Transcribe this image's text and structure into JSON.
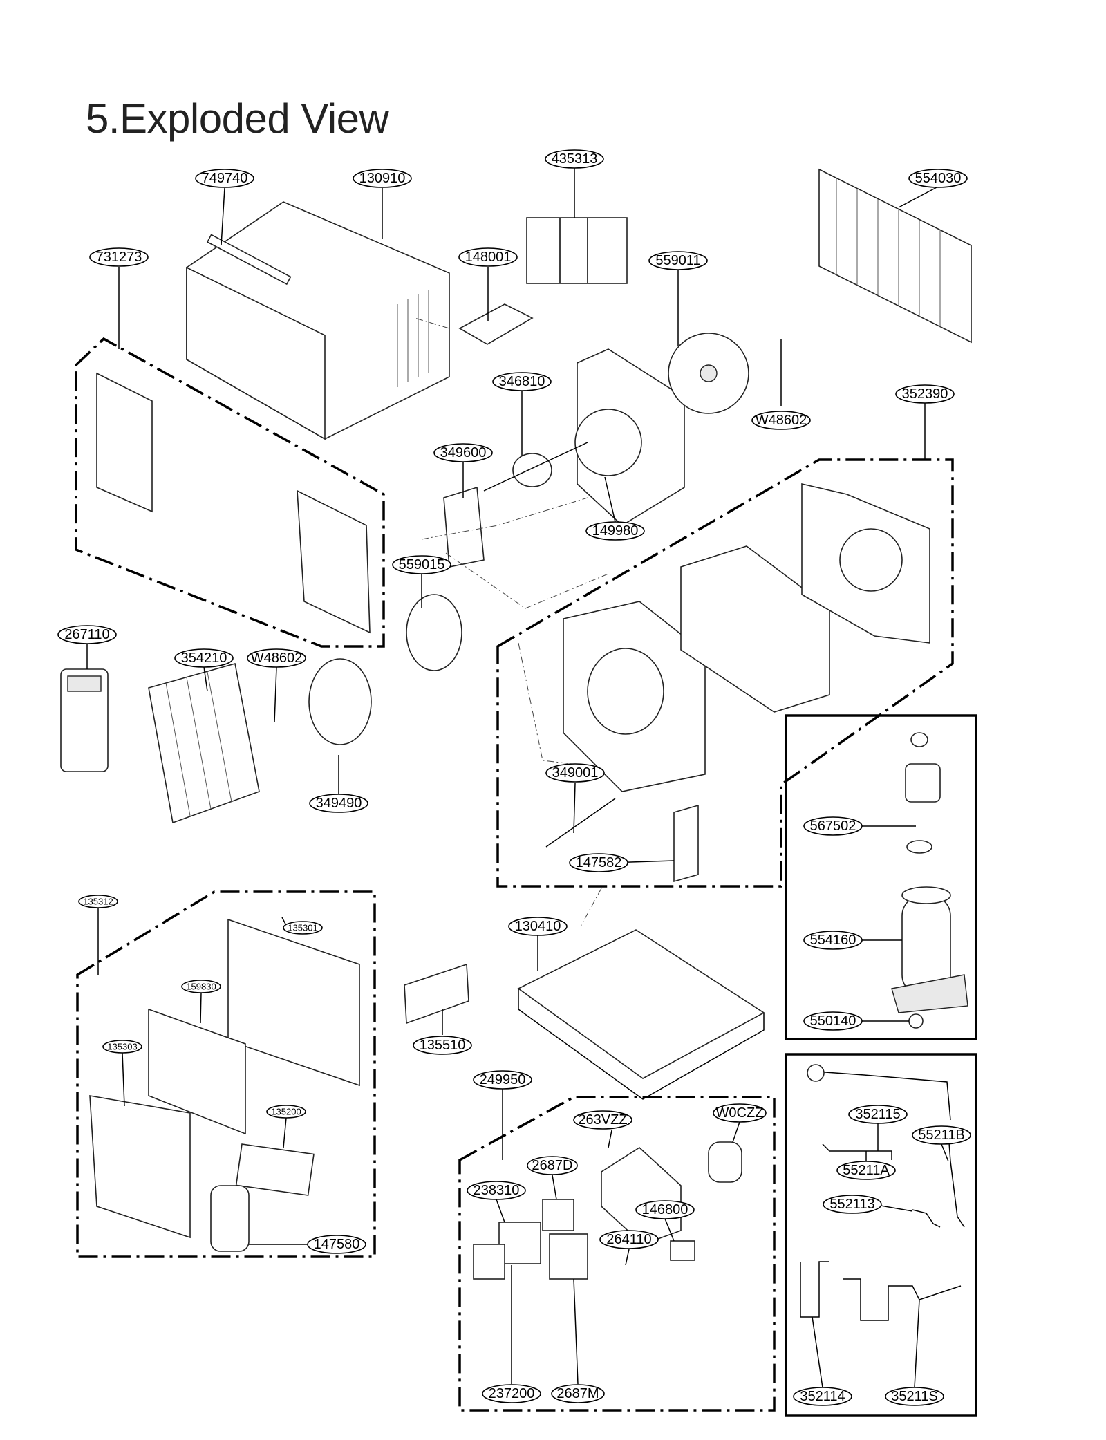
{
  "title": "5.Exploded View",
  "parts": [
    {
      "id": "749740"
    },
    {
      "id": "130910"
    },
    {
      "id": "435313"
    },
    {
      "id": "554030"
    },
    {
      "id": "731273"
    },
    {
      "id": "148001"
    },
    {
      "id": "559011"
    },
    {
      "id": "346810"
    },
    {
      "id": "W48602"
    },
    {
      "id": "352390"
    },
    {
      "id": "349600"
    },
    {
      "id": "149980"
    },
    {
      "id": "559015"
    },
    {
      "id": "267110"
    },
    {
      "id": "354210"
    },
    {
      "id": "W48602"
    },
    {
      "id": "349490"
    },
    {
      "id": "349001"
    },
    {
      "id": "147582"
    },
    {
      "id": "567502"
    },
    {
      "id": "554160"
    },
    {
      "id": "550140"
    },
    {
      "id": "135312"
    },
    {
      "id": "135301"
    },
    {
      "id": "159830"
    },
    {
      "id": "135303"
    },
    {
      "id": "135200"
    },
    {
      "id": "147580"
    },
    {
      "id": "130410"
    },
    {
      "id": "135510"
    },
    {
      "id": "249950"
    },
    {
      "id": "263VZZ"
    },
    {
      "id": "W0CZZ"
    },
    {
      "id": "2687D"
    },
    {
      "id": "238310"
    },
    {
      "id": "146800"
    },
    {
      "id": "264110"
    },
    {
      "id": "237200"
    },
    {
      "id": "2687M"
    },
    {
      "id": "352115"
    },
    {
      "id": "55211B"
    },
    {
      "id": "55211A"
    },
    {
      "id": "552113"
    },
    {
      "id": "352114"
    },
    {
      "id": "35211S"
    }
  ]
}
